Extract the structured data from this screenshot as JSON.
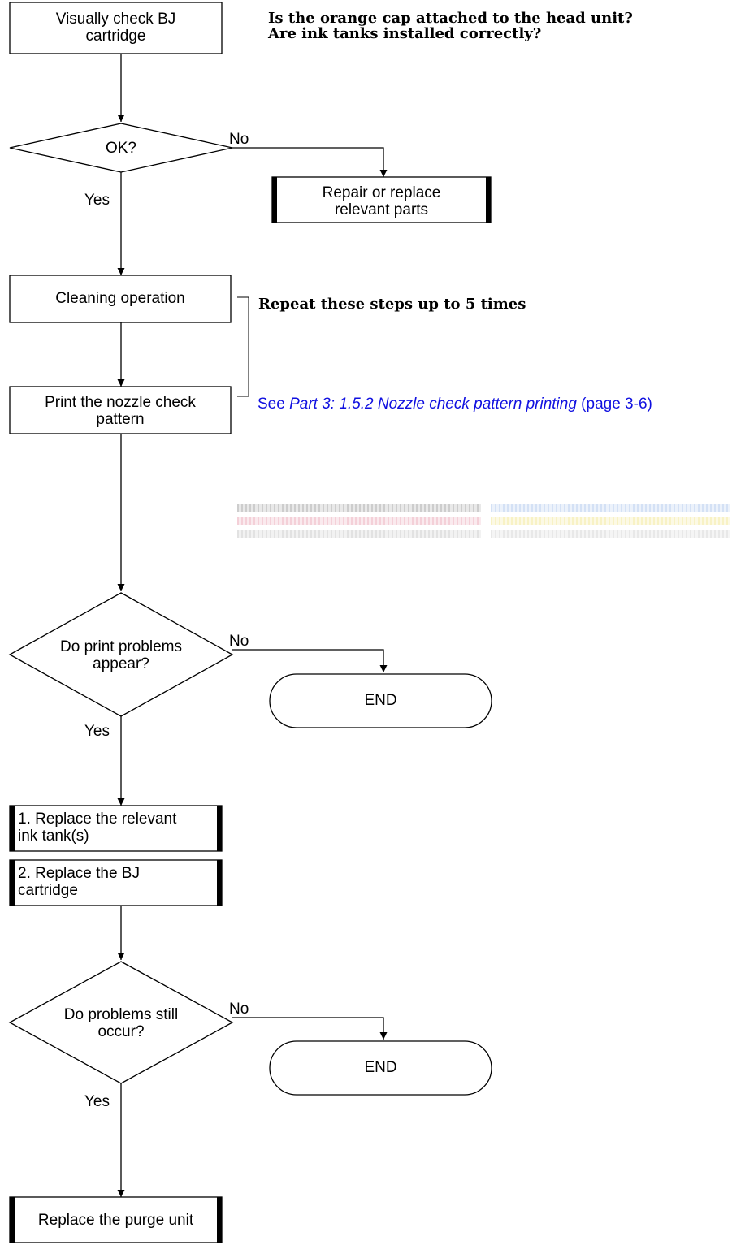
{
  "flowchart": {
    "nodes": {
      "visual_check": "Visually check BJ\ncartridge",
      "ok_decision": "OK?",
      "repair_replace": "Repair or replace\nrelevant parts",
      "cleaning": "Cleaning operation",
      "print_nozzle": "Print the nozzle check\npattern",
      "print_problems_decision": "Do print problems\nappear?",
      "end_1": "END",
      "replace_ink_tank": "1. Replace the relevant\n    ink tank(s)",
      "replace_bj_cartridge": "2. Replace the BJ\n    cartridge",
      "problems_still_decision": "Do problems still\noccur?",
      "end_2": "END",
      "replace_purge_unit": "Replace the purge unit"
    },
    "edge_labels": {
      "yes": "Yes",
      "no": "No"
    },
    "notes": {
      "check_questions": "Is the orange cap attached to the head unit?\nAre ink tanks installed correctly?",
      "repeat_steps": "Repeat these steps up to 5 times"
    },
    "reference": {
      "prefix": "See ",
      "link_text": "Part 3: 1.5.2 Nozzle check pattern printing",
      "suffix": " (page 3-6)"
    },
    "nozzle_pattern_colors": [
      "#9a9a9a",
      "#e7a0b0",
      "#c6c6c6",
      "#a9c4ec",
      "#f2e58a",
      "#d0d0d0"
    ]
  }
}
